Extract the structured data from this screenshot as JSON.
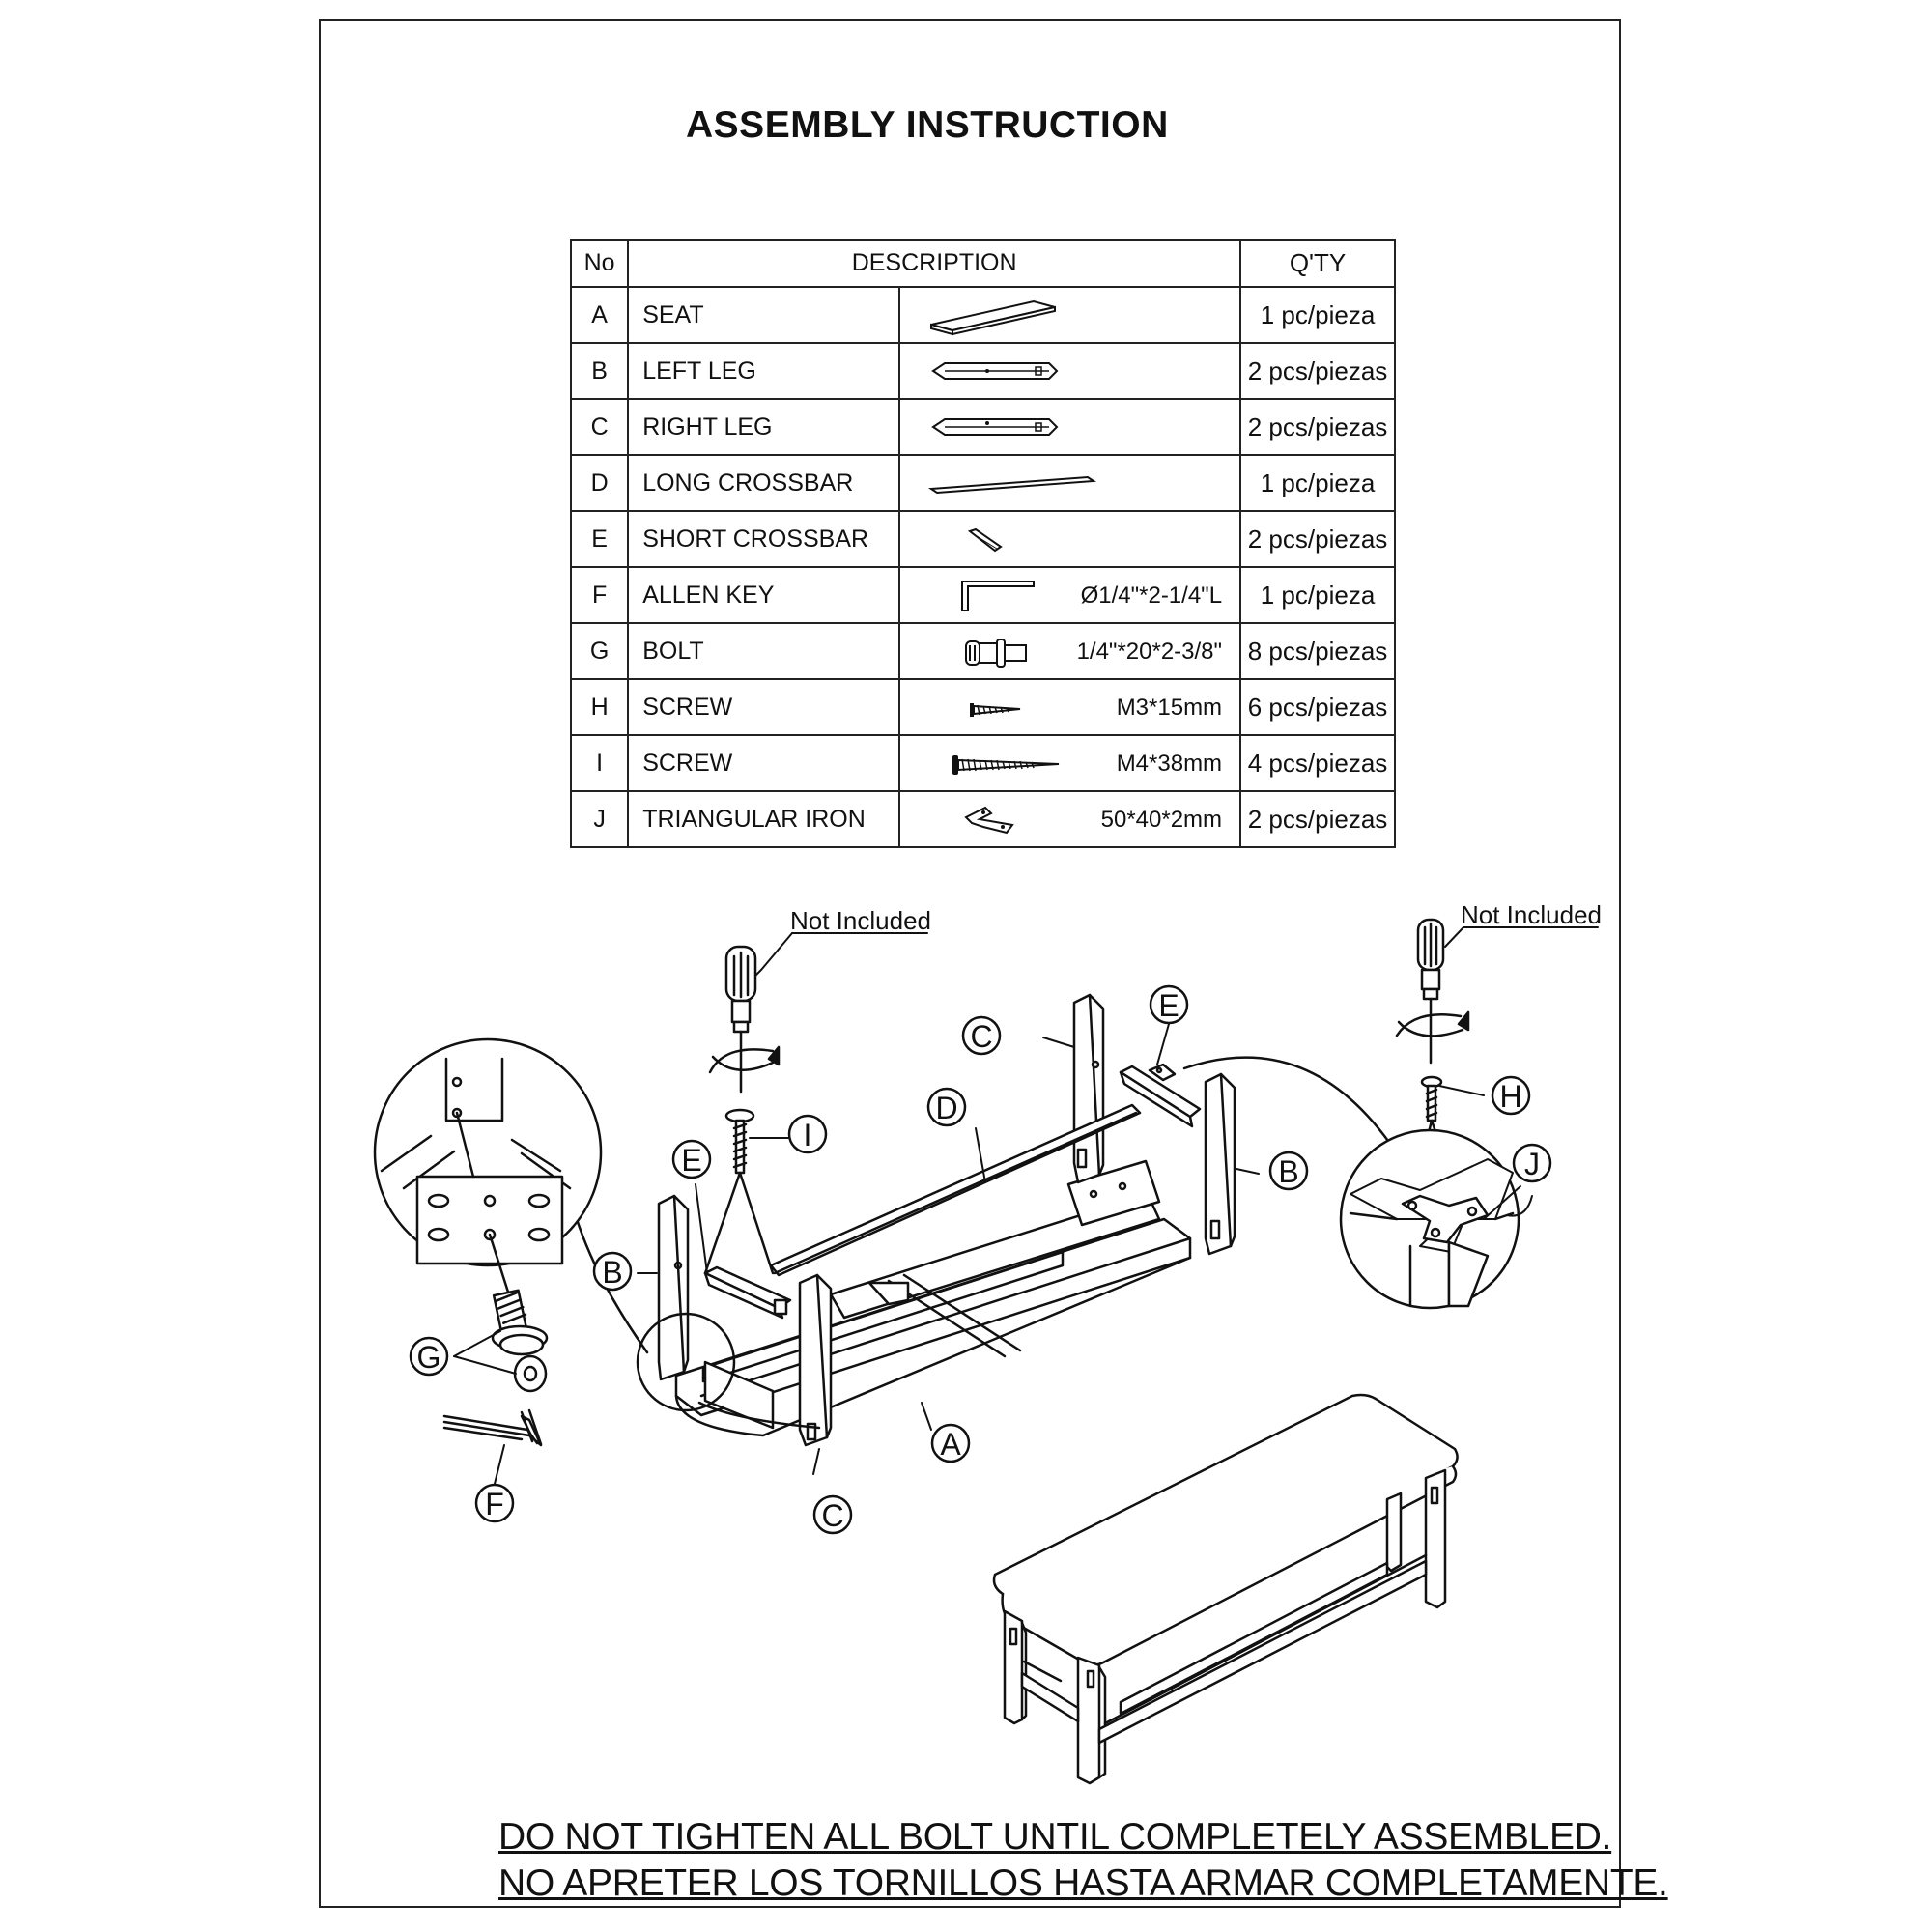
{
  "title": "ASSEMBLY INSTRUCTION",
  "table": {
    "headers": {
      "no": "No",
      "description": "DESCRIPTION",
      "qty": "Q'TY"
    },
    "rows": [
      {
        "no": "A",
        "desc": "SEAT",
        "spec": "",
        "qty": "1 pc/pieza",
        "icon": "seat-icon"
      },
      {
        "no": "B",
        "desc": "LEFT LEG",
        "spec": "",
        "qty": "2 pcs/piezas",
        "icon": "left-leg-icon"
      },
      {
        "no": "C",
        "desc": "RIGHT LEG",
        "spec": "",
        "qty": "2 pcs/piezas",
        "icon": "right-leg-icon"
      },
      {
        "no": "D",
        "desc": "LONG CROSSBAR",
        "spec": "",
        "qty": "1 pc/pieza",
        "icon": "long-crossbar-icon"
      },
      {
        "no": "E",
        "desc": "SHORT CROSSBAR",
        "spec": "",
        "qty": "2 pcs/piezas",
        "icon": "short-crossbar-icon"
      },
      {
        "no": "F",
        "desc": "ALLEN KEY",
        "spec": "Ø1/4\"*2-1/4\"L",
        "qty": "1 pc/pieza",
        "icon": "allen-key-icon"
      },
      {
        "no": "G",
        "desc": "BOLT",
        "spec": "1/4\"*20*2-3/8\"",
        "qty": "8 pcs/piezas",
        "icon": "bolt-icon"
      },
      {
        "no": "H",
        "desc": "SCREW",
        "spec": "M3*15mm",
        "qty": "6 pcs/piezas",
        "icon": "small-screw-icon"
      },
      {
        "no": "I",
        "desc": "SCREW",
        "spec": "M4*38mm",
        "qty": "4 pcs/piezas",
        "icon": "long-screw-icon"
      },
      {
        "no": "J",
        "desc": "TRIANGULAR IRON",
        "spec": "50*40*2mm",
        "qty": "2 pcs/piezas",
        "icon": "triangular-iron-icon"
      }
    ]
  },
  "diagram": {
    "not_included": "Not Included",
    "labels": {
      "a": "A",
      "b": "B",
      "c": "C",
      "d": "D",
      "e": "E",
      "f": "F",
      "g": "G",
      "h": "H",
      "i": "I",
      "j": "J"
    }
  },
  "warnings": {
    "en": "DO NOT TIGHTEN ALL BOLT UNTIL COMPLETELY ASSEMBLED.",
    "es": "NO APRETER LOS TORNILLOS HASTA ARMAR COMPLETAMENTE."
  }
}
